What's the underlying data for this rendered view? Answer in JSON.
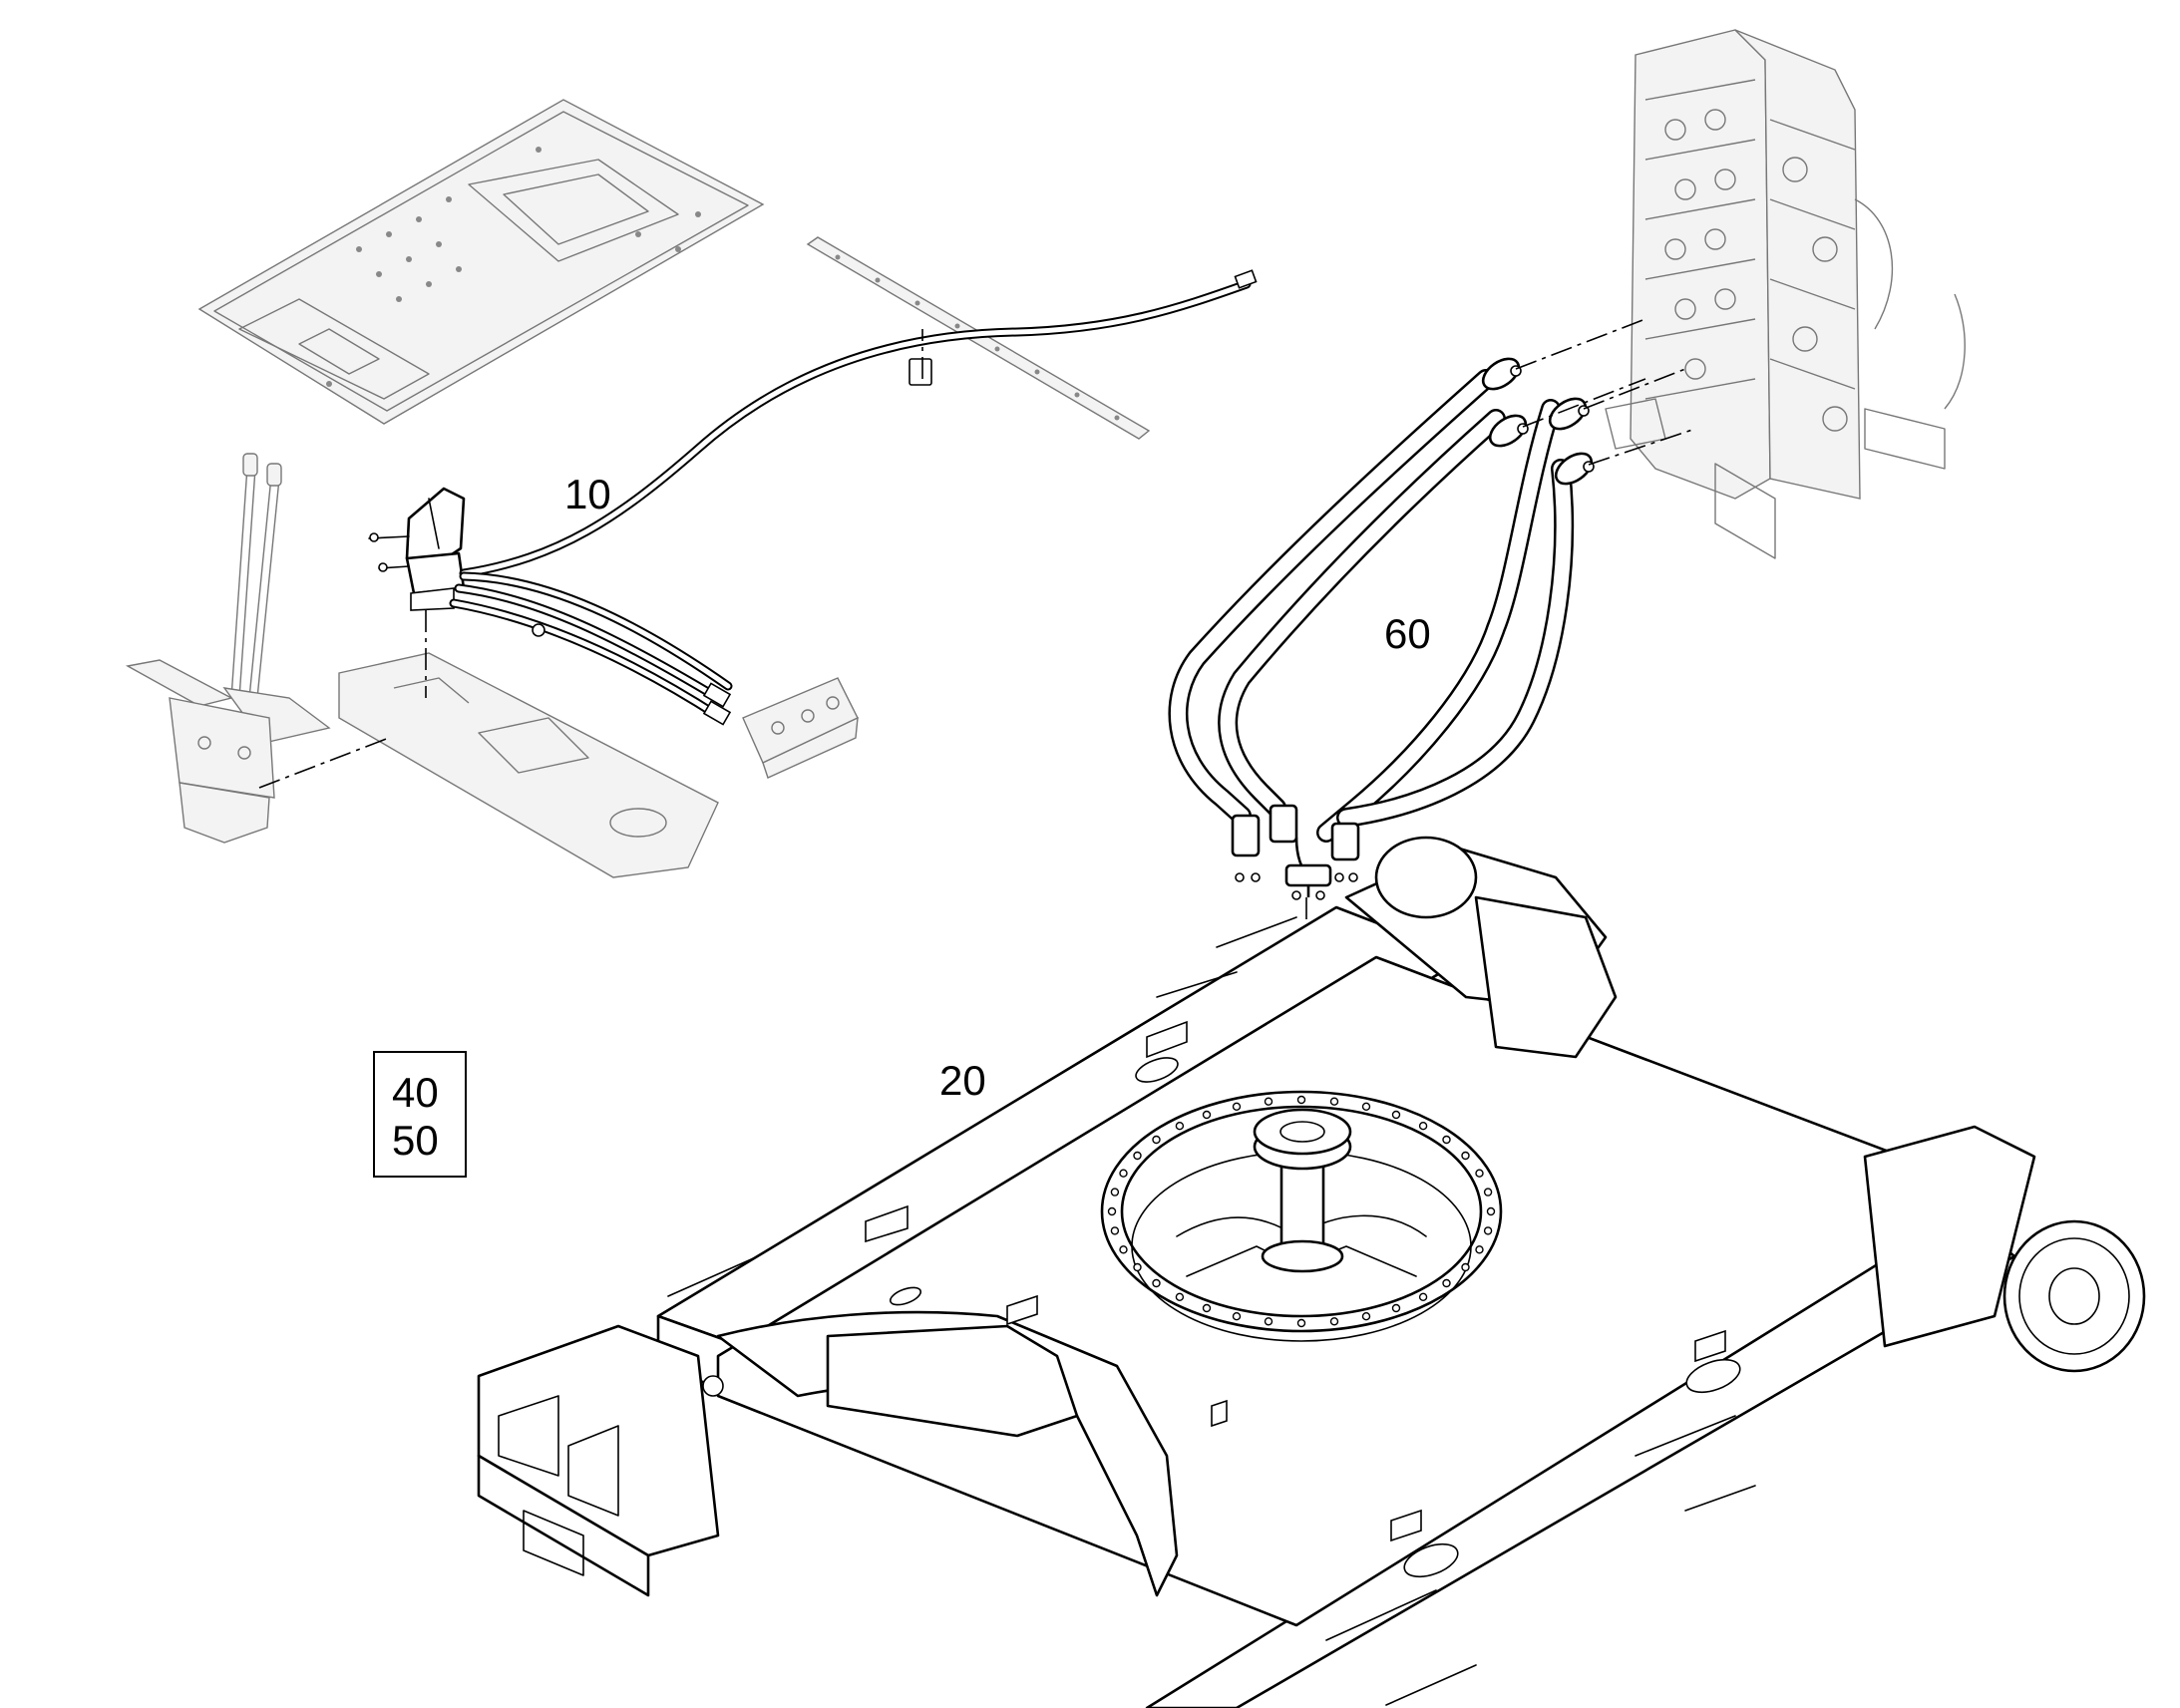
{
  "callouts": {
    "item_10": "10",
    "item_20": "20",
    "item_60": "60",
    "box_top": "40",
    "box_bottom": "50"
  }
}
